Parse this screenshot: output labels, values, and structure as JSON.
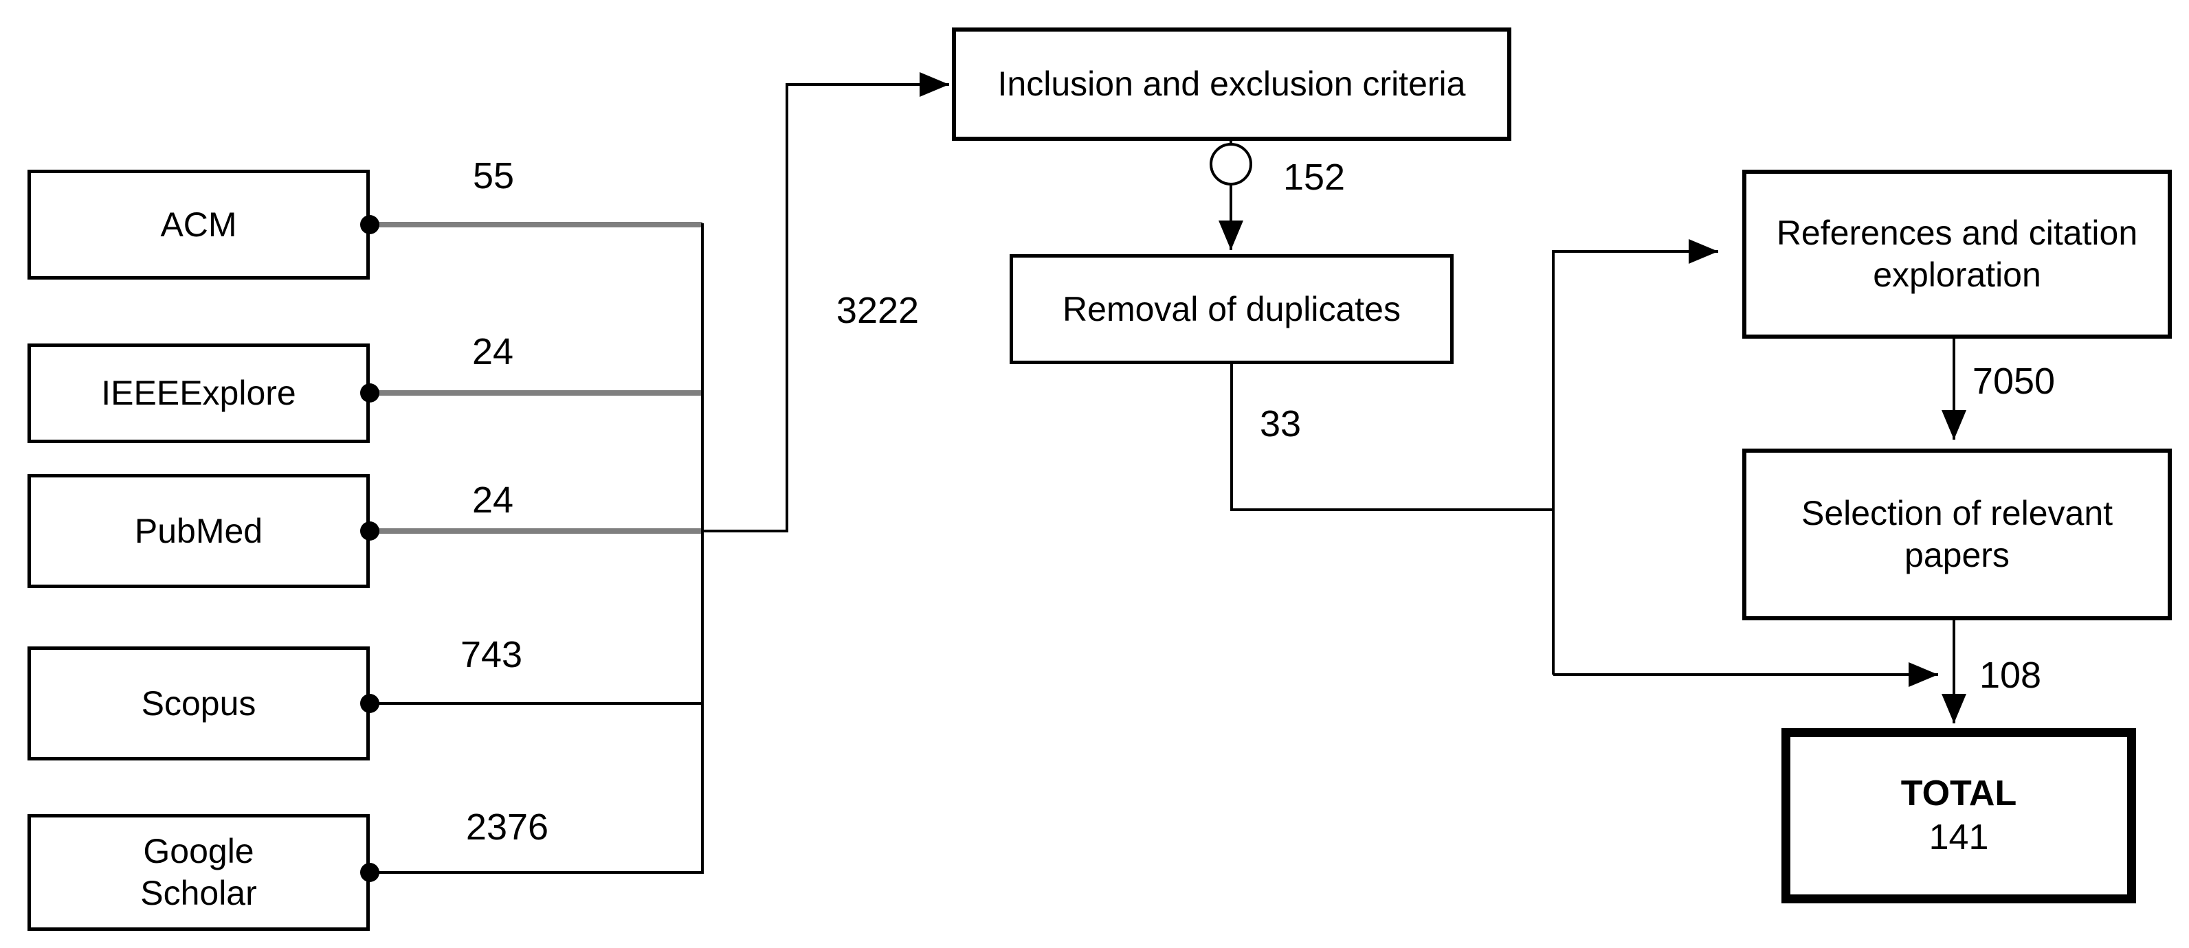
{
  "flowchart": {
    "sources": [
      {
        "name": "ACM",
        "count": "55"
      },
      {
        "name": "IEEEExplore",
        "count": "24"
      },
      {
        "name": "PubMed",
        "count": "24"
      },
      {
        "name": "Scopus",
        "count": "743"
      },
      {
        "name": "Google Scholar",
        "count": "2376"
      }
    ],
    "merged_count": "3222",
    "criteria": {
      "label": "Inclusion and exclusion criteria",
      "out_count": "152"
    },
    "dedup": {
      "label": "Removal of duplicates",
      "out_count": "33"
    },
    "references": {
      "label": "References and citation exploration",
      "out_count": "7050"
    },
    "selection": {
      "label": "Selection of relevant papers",
      "out_count": "108"
    },
    "total": {
      "label": "TOTAL",
      "value": "141"
    },
    "colors": {
      "line_black": "#000000",
      "line_gray": "#7f7f7f",
      "node_border": "#000000",
      "node_fill": "#ffffff",
      "text": "#000000",
      "background": "#ffffff"
    }
  }
}
